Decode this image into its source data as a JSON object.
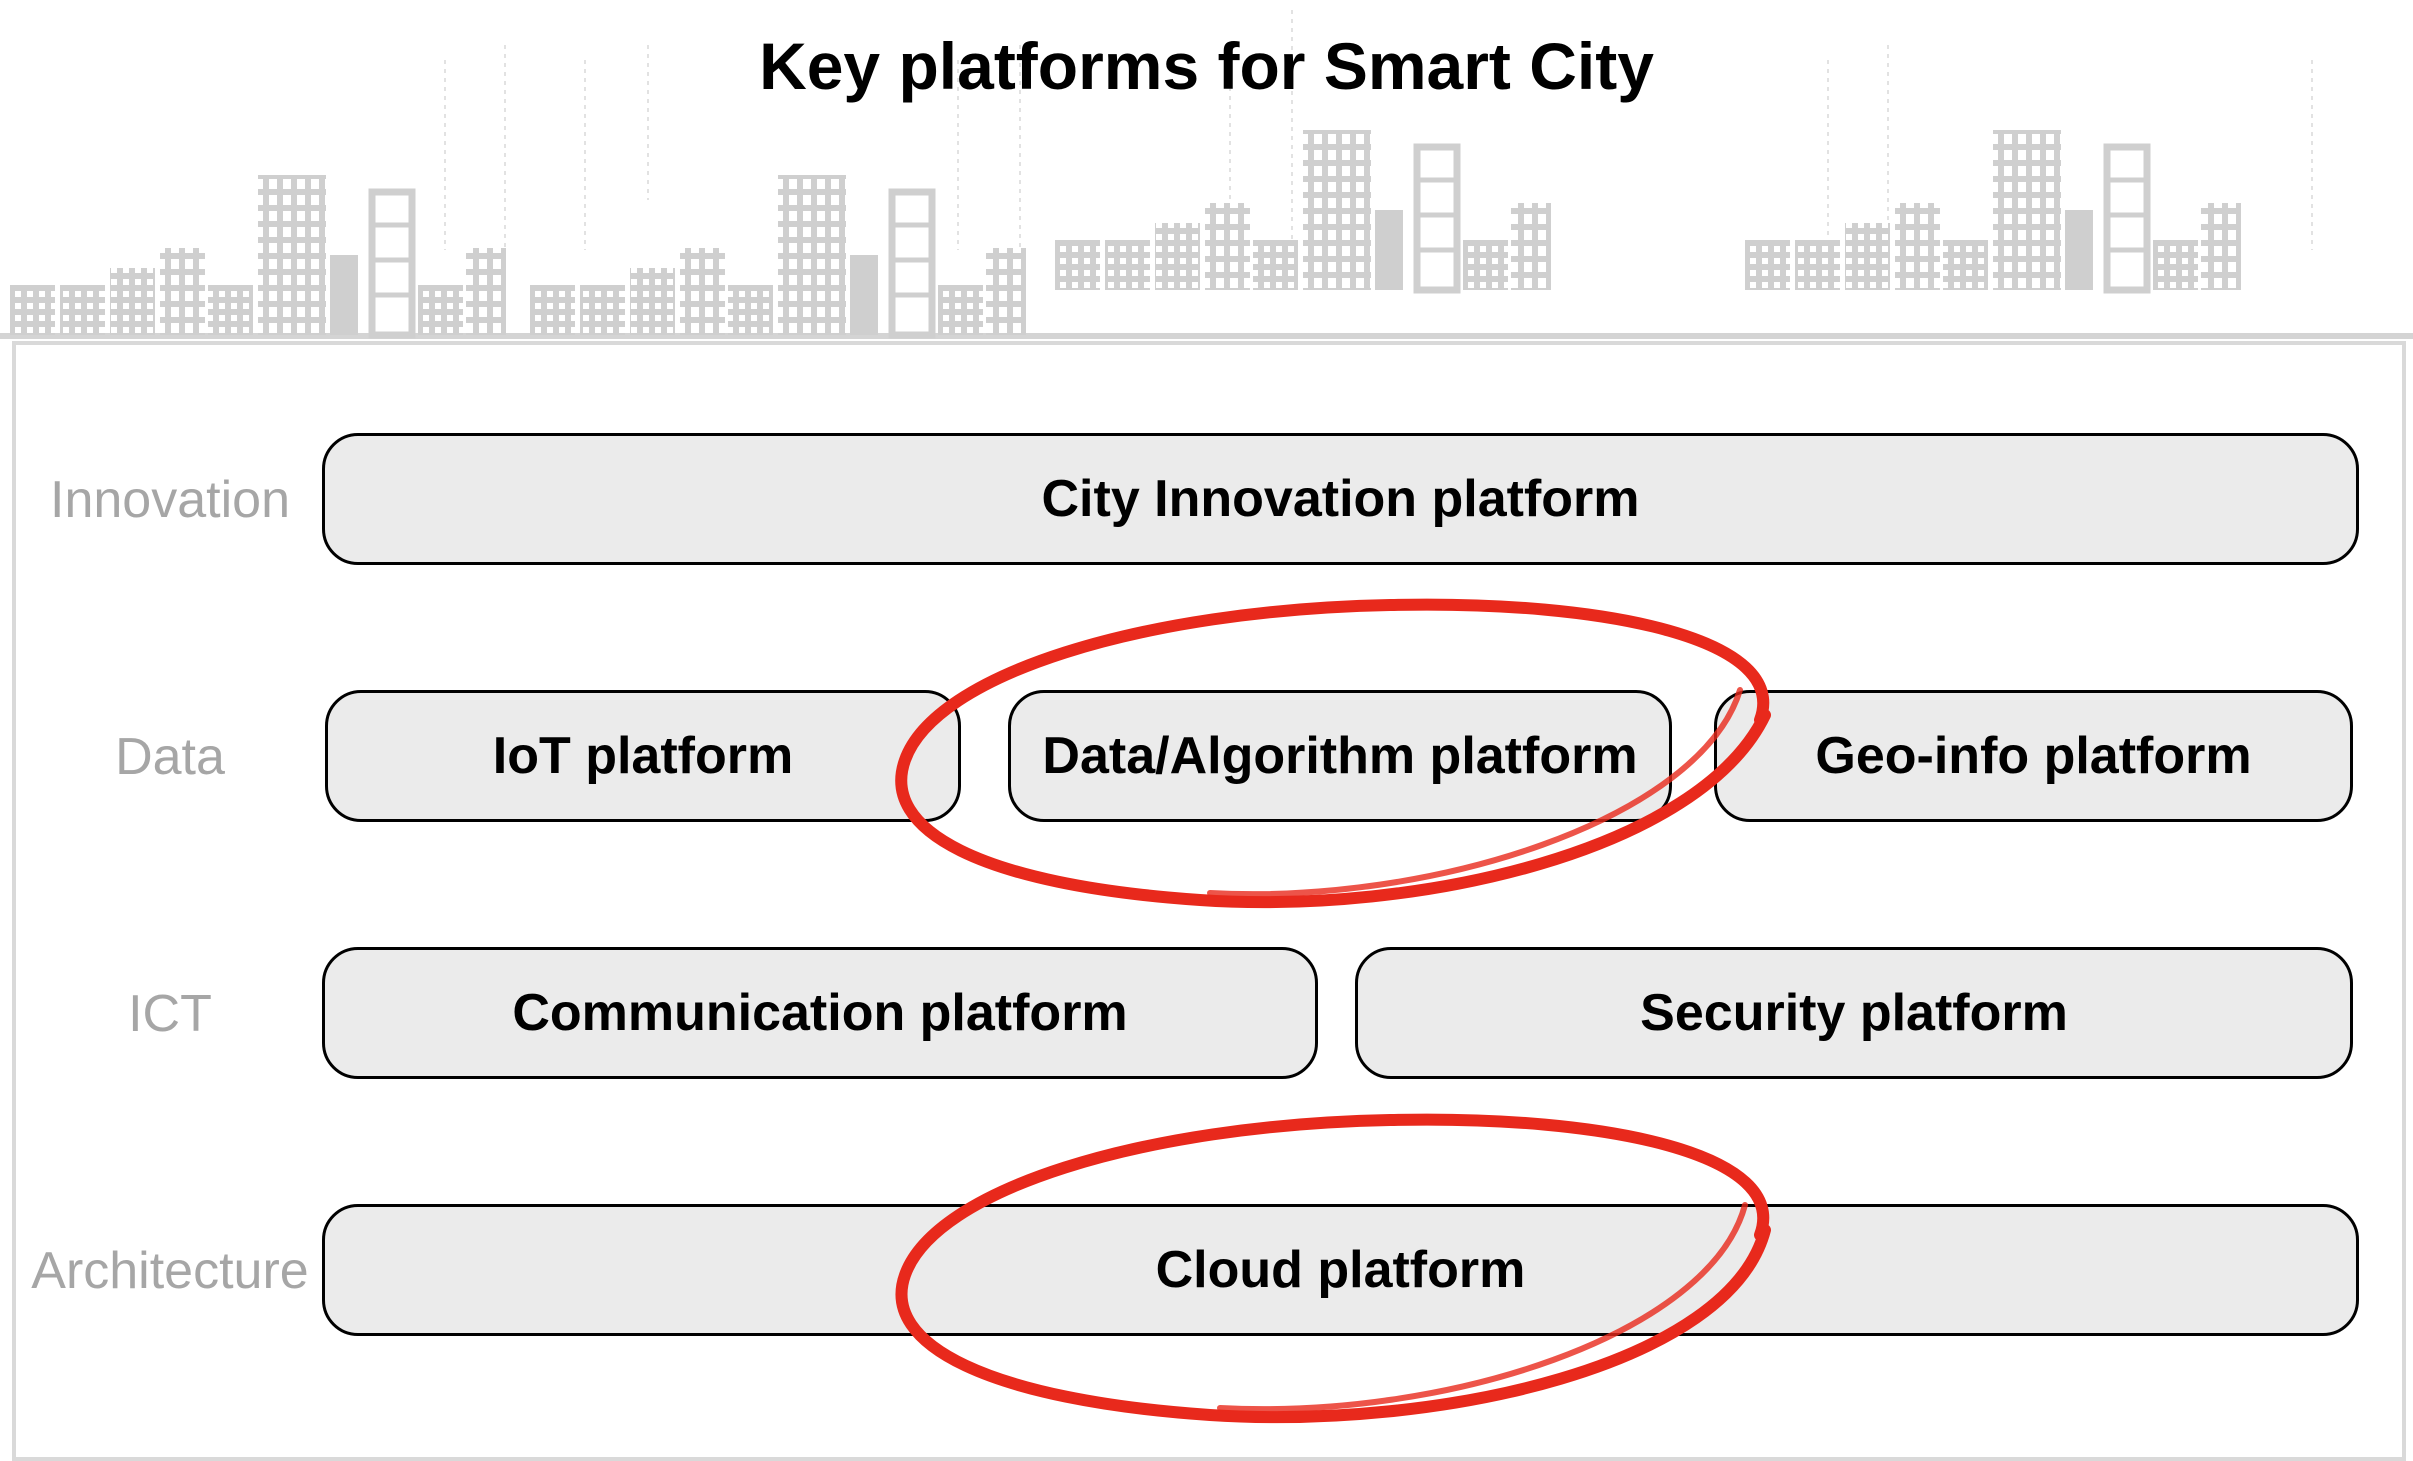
{
  "title": "Key platforms for Smart City",
  "layers": {
    "innovation": "Innovation",
    "data": "Data",
    "ict": "ICT",
    "architecture": "Architecture"
  },
  "platforms": {
    "city_innovation": "City Innovation platform",
    "iot": "IoT platform",
    "data_algorithm": "Data/Algorithm platform",
    "geo_info": "Geo-info platform",
    "communication": "Communication platform",
    "security": "Security platform",
    "cloud": "Cloud platform"
  },
  "highlighted": [
    "Data/Algorithm platform",
    "Cloud platform"
  ],
  "colors": {
    "box_fill": "#ebebeb",
    "box_border": "#000000",
    "layer_label": "#a6a6a6",
    "skyline": "#d4d4d4",
    "highlight_circle": "#e8291c"
  }
}
